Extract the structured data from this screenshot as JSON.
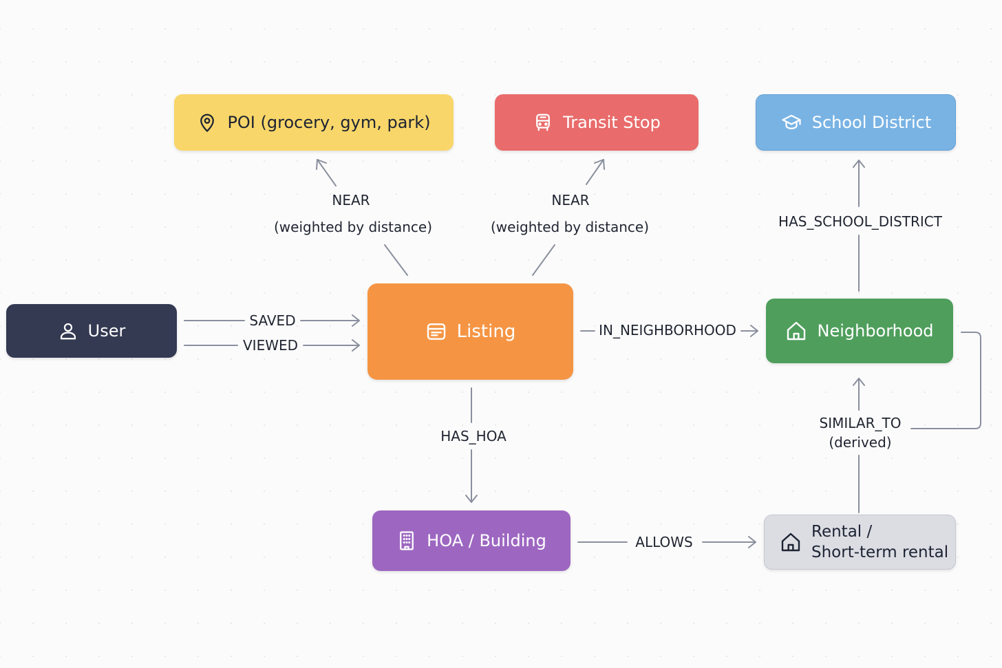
{
  "nodes": {
    "poi": {
      "label": "POI (grocery, gym, park)",
      "icon": "map-pin-icon",
      "color": "#f8d669"
    },
    "transit": {
      "label": "Transit Stop",
      "icon": "bus-icon",
      "color": "#e96b6b"
    },
    "school": {
      "label": "School District",
      "icon": "graduation-cap-icon",
      "color": "#79b3e4"
    },
    "user": {
      "label": "User",
      "icon": "user-icon",
      "color": "#333a52"
    },
    "listing": {
      "label": "Listing",
      "icon": "window-icon",
      "color": "#f59544"
    },
    "neighborhood": {
      "label": "Neighborhood",
      "icon": "house-icon",
      "color": "#4f9e5c"
    },
    "hoa": {
      "label": "HOA / Building",
      "icon": "building-icon",
      "color": "#9d67c1"
    },
    "rental": {
      "label_line1": "Rental /",
      "label_line2": "Short-term rental",
      "icon": "house-outline-icon",
      "color": "#dcdde3"
    }
  },
  "edges": {
    "saved": "SAVED",
    "viewed": "VIEWED",
    "near_poi": "NEAR",
    "near_poi_note": "(weighted by distance)",
    "near_transit": "NEAR",
    "near_transit_note": "(weighted by distance)",
    "in_neighborhood": "IN_NEIGHBORHOOD",
    "has_school_district": "HAS_SCHOOL_DISTRICT",
    "has_hoa": "HAS_HOA",
    "allows": "ALLOWS",
    "similar_to": "SIMILAR_TO",
    "similar_to_note": "(derived)"
  }
}
